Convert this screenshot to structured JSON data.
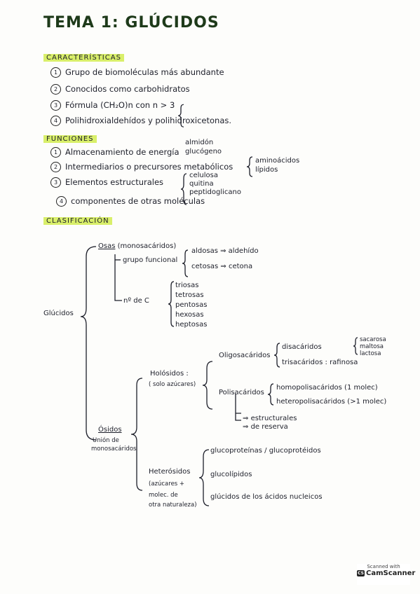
{
  "title": "TEMA 1: GLÚCIDOS",
  "caracteristicas": {
    "heading": "CARACTERÍSTICAS",
    "items": [
      {
        "n": "1",
        "text": "Grupo de biomoléculas más abundante"
      },
      {
        "n": "2",
        "text": "Conocidos como carbohidratos"
      },
      {
        "n": "3",
        "text": "Fórmula (CH₂O)n con n > 3"
      },
      {
        "n": "4",
        "text": "Polihidroxialdehídos y polihidroxicetonas."
      }
    ]
  },
  "funciones": {
    "heading": "FUNCIONES",
    "items": [
      {
        "n": "1",
        "text": "Almacenamiento de energía",
        "sub": [
          "almidón",
          "glucógeno"
        ]
      },
      {
        "n": "2",
        "text": "Intermediarios o precursores metabólicos",
        "sub": [
          "aminoácidos",
          "lípidos"
        ]
      },
      {
        "n": "3",
        "text": "Elementos estructurales",
        "sub": [
          "celulosa",
          "quitina",
          "peptidoglicano"
        ]
      },
      {
        "n": "4",
        "text": "componentes de otras moléculas"
      }
    ]
  },
  "clasificacion": {
    "heading": "CLASIFICACIÓN",
    "root": "Glúcidos",
    "osas": {
      "label": "Osas",
      "note": "(monosacáridos)",
      "grupo_funcional": "grupo funcional",
      "aldosas": "aldosas ⇒ aldehído",
      "cetosas": "cetosas ⇒ cetona",
      "no_de_c": "nº de C",
      "carbonos": [
        "triosas",
        "tetrosas",
        "pentosas",
        "hexosas",
        "heptosas"
      ]
    },
    "osidos": {
      "label": "Ósidos",
      "note1": "Unión de",
      "note2": "monosacáridos",
      "holosidos": "Holósidos :",
      "holosidos_note": "( solo azúcares)",
      "oligosacaridos": "Oligosacáridos",
      "disacaridos": "disacáridos",
      "disacaridos_list": [
        "sacarosa",
        "maltosa",
        "lactosa"
      ],
      "trisacaridos": "trisacáridos : rafinosa",
      "polisacaridos": "Polisacáridos",
      "homopolisacaridos": "homopolisacáridos (1 molec)",
      "heteropolisacaridos": "heteropolisacáridos (>1 molec)",
      "estructurales": "estructurales",
      "reserva": "de reserva",
      "heterosidos": "Heterósidos",
      "heterosidos_note": [
        "(azúcares +",
        "molec. de",
        "otra naturaleza)"
      ],
      "glucoproteinas": "glucoproteínas / glucoprotéidos",
      "glucolipidos": "glucolípidos",
      "glucidos_nucleicos": "glúcidos de los ácidos nucleicos"
    }
  },
  "scanner": {
    "line1": "Scanned with",
    "line2": "CamScanner"
  }
}
